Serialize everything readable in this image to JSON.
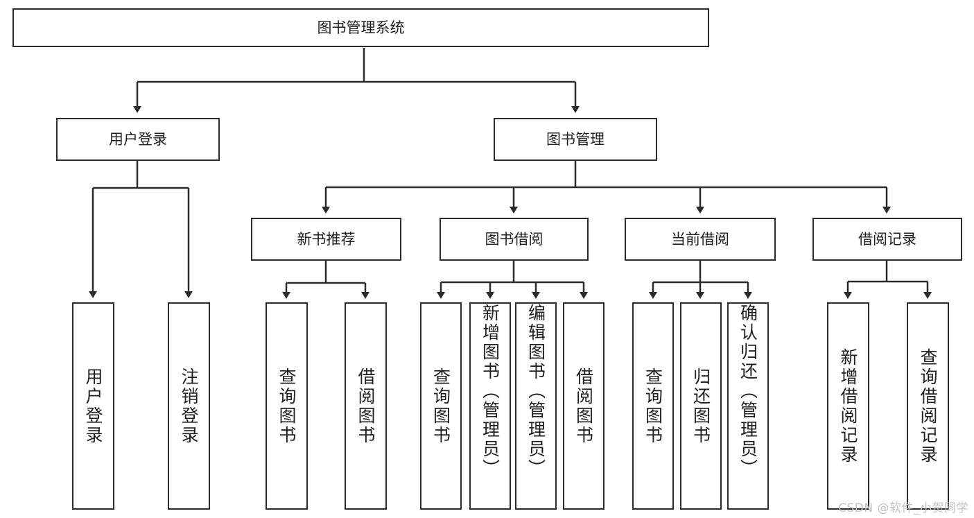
{
  "diagram": {
    "title": "图书管理系统",
    "type": "tree",
    "root": {
      "id": "root",
      "label": "图书管理系统",
      "orientation": "horizontal"
    },
    "level2": [
      {
        "id": "user-login",
        "label": "用户登录",
        "orientation": "horizontal"
      },
      {
        "id": "book-management",
        "label": "图书管理",
        "orientation": "horizontal"
      }
    ],
    "level3": [
      {
        "id": "new-book-recommend",
        "label": "新书推荐",
        "orientation": "horizontal",
        "parent": "book-management"
      },
      {
        "id": "book-borrow",
        "label": "图书借阅",
        "orientation": "horizontal",
        "parent": "book-management"
      },
      {
        "id": "current-borrow",
        "label": "当前借阅",
        "orientation": "horizontal",
        "parent": "book-management"
      },
      {
        "id": "borrow-record",
        "label": "借阅记录",
        "orientation": "horizontal",
        "parent": "book-management"
      }
    ],
    "leaves": [
      {
        "id": "leaf-user-login",
        "label": "用户登录",
        "parent": "user-login"
      },
      {
        "id": "leaf-user-logout",
        "label": "注销登录",
        "parent": "user-login"
      },
      {
        "id": "leaf-query-book-1",
        "label": "查询图书",
        "parent": "new-book-recommend"
      },
      {
        "id": "leaf-borrow-book-1",
        "label": "借阅图书",
        "parent": "new-book-recommend"
      },
      {
        "id": "leaf-query-book-2",
        "label": "查询图书",
        "parent": "book-borrow"
      },
      {
        "id": "leaf-add-book",
        "label": "新增图书（管理员）",
        "parent": "book-borrow"
      },
      {
        "id": "leaf-edit-book",
        "label": "编辑图书（管理员）",
        "parent": "book-borrow"
      },
      {
        "id": "leaf-borrow-book-2",
        "label": "借阅图书",
        "parent": "book-borrow"
      },
      {
        "id": "leaf-query-book-3",
        "label": "查询图书",
        "parent": "current-borrow"
      },
      {
        "id": "leaf-return-book",
        "label": "归还图书",
        "parent": "current-borrow"
      },
      {
        "id": "leaf-confirm-return",
        "label": "确认归还（管理员）",
        "parent": "current-borrow"
      },
      {
        "id": "leaf-add-record",
        "label": "新增借阅记录",
        "parent": "borrow-record"
      },
      {
        "id": "leaf-query-record",
        "label": "查询借阅记录",
        "parent": "borrow-record"
      }
    ],
    "watermark": "CSDN @软件_小贺同学",
    "colors": {
      "stroke": "#2b2b2b",
      "fill": "#ffffff",
      "text": "#1f1f1f",
      "watermark": "#c2c2c2"
    }
  }
}
